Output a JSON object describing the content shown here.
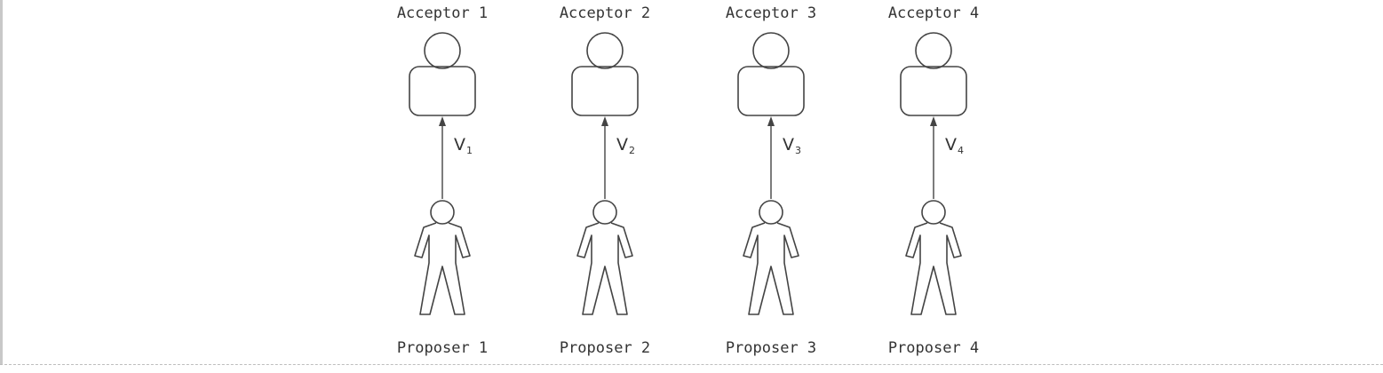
{
  "pairs": [
    {
      "acceptor": "Acceptor 1",
      "proposer": "Proposer 1",
      "value_base": "V",
      "value_sub": "1"
    },
    {
      "acceptor": "Acceptor 2",
      "proposer": "Proposer 2",
      "value_base": "V",
      "value_sub": "2"
    },
    {
      "acceptor": "Acceptor 3",
      "proposer": "Proposer 3",
      "value_base": "V",
      "value_sub": "3"
    },
    {
      "acceptor": "Acceptor 4",
      "proposer": "Proposer 4",
      "value_base": "V",
      "value_sub": "4"
    }
  ],
  "colors": {
    "stroke": "#444444",
    "text": "#333333",
    "background": "#ffffff"
  },
  "icons": {
    "acceptor": "user-icon",
    "proposer": "stick-person-icon"
  }
}
